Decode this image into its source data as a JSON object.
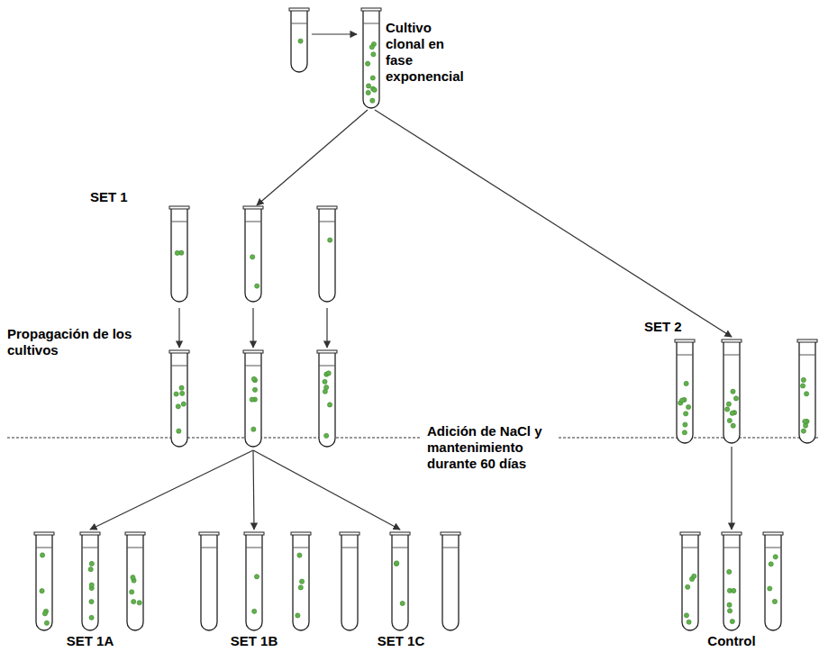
{
  "diagram": {
    "nodes": [
      {
        "text": [
          "Cultivo clonal en fase exponencial"
        ]
      },
      {
        "text": [
          "SET 1",
          "Propagación de los cultivos"
        ]
      },
      {
        "text": [
          "SET 2"
        ]
      },
      {
        "text": [
          "SET 1A"
        ]
      },
      {
        "text": [
          "SET 1B"
        ]
      },
      {
        "text": [
          "SET 1C"
        ]
      },
      {
        "text": [
          "Control"
        ]
      }
    ],
    "edges": [
      {
        "from": 0,
        "to": 1,
        "arrow": "to"
      },
      {
        "from": 0,
        "to": 2,
        "arrow": "to"
      },
      {
        "from": 1,
        "to": 3,
        "arrow": "to"
      },
      {
        "from": 1,
        "to": 4,
        "arrow": "to"
      },
      {
        "from": 1,
        "to": 5,
        "arrow": "to"
      },
      {
        "from": 2,
        "to": 6,
        "arrow": "to"
      }
    ],
    "labels": [
      "Adición de NaCl y mantenimiento durante 60 días"
    ]
  }
}
